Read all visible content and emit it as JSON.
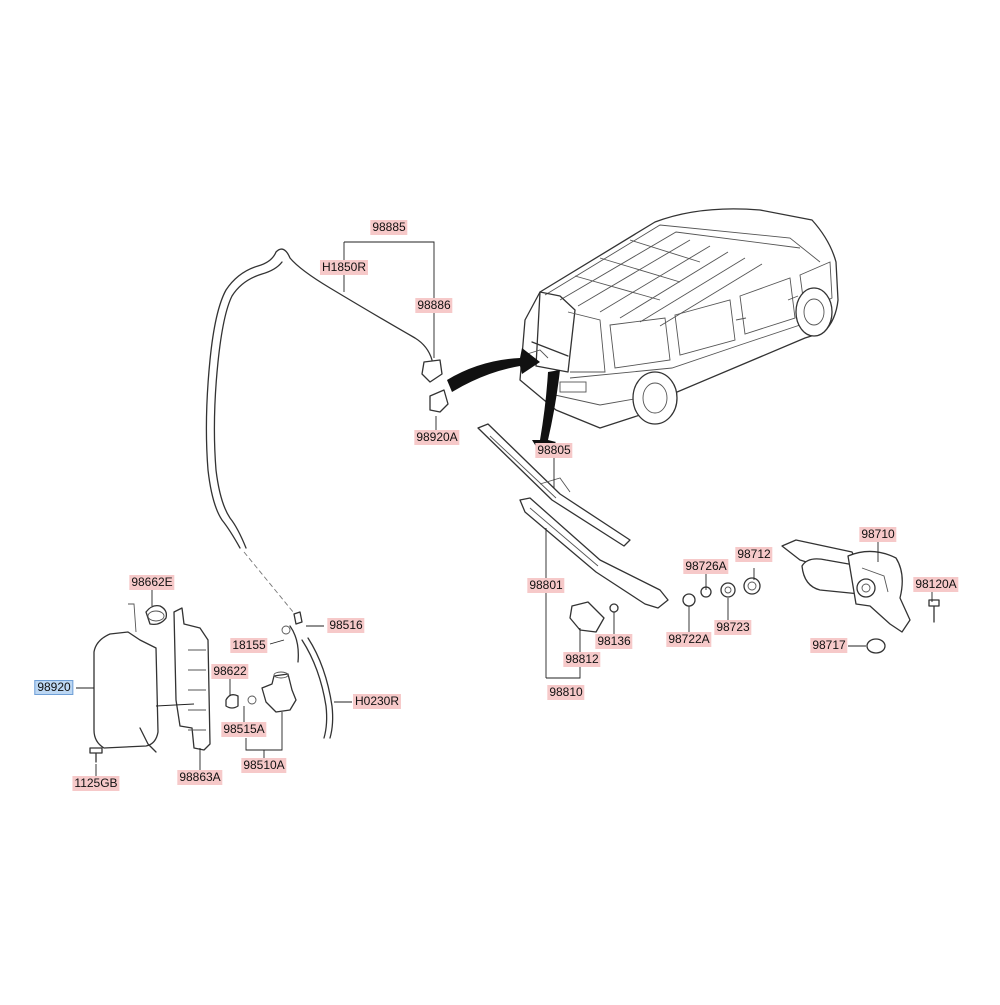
{
  "parts": [
    {
      "id": "p98885",
      "label": "98885"
    },
    {
      "id": "pH1850R",
      "label": "H1850R"
    },
    {
      "id": "p98886",
      "label": "98886"
    },
    {
      "id": "p98920A",
      "label": "98920A"
    },
    {
      "id": "p98805",
      "label": "98805"
    },
    {
      "id": "p98710",
      "label": "98710"
    },
    {
      "id": "p98712",
      "label": "98712"
    },
    {
      "id": "p98726A",
      "label": "98726A"
    },
    {
      "id": "p98120A",
      "label": "98120A"
    },
    {
      "id": "p98801",
      "label": "98801"
    },
    {
      "id": "p98136",
      "label": "98136"
    },
    {
      "id": "p98722A",
      "label": "98722A"
    },
    {
      "id": "p98723",
      "label": "98723"
    },
    {
      "id": "p98717",
      "label": "98717"
    },
    {
      "id": "p98812",
      "label": "98812"
    },
    {
      "id": "p98810",
      "label": "98810"
    },
    {
      "id": "p98662E",
      "label": "98662E"
    },
    {
      "id": "p98516",
      "label": "98516"
    },
    {
      "id": "p18155",
      "label": "18155"
    },
    {
      "id": "p98622",
      "label": "98622"
    },
    {
      "id": "p98920",
      "label": "98920",
      "highlighted": true
    },
    {
      "id": "pH0230R",
      "label": "H0230R"
    },
    {
      "id": "p98515A",
      "label": "98515A"
    },
    {
      "id": "p98510A",
      "label": "98510A"
    },
    {
      "id": "p98863A",
      "label": "98863A"
    },
    {
      "id": "p1125GB",
      "label": "1125GB"
    }
  ],
  "colors": {
    "label_bg": "#f6c9c9",
    "highlight_bg": "#bcd7f3",
    "line": "#333333"
  }
}
